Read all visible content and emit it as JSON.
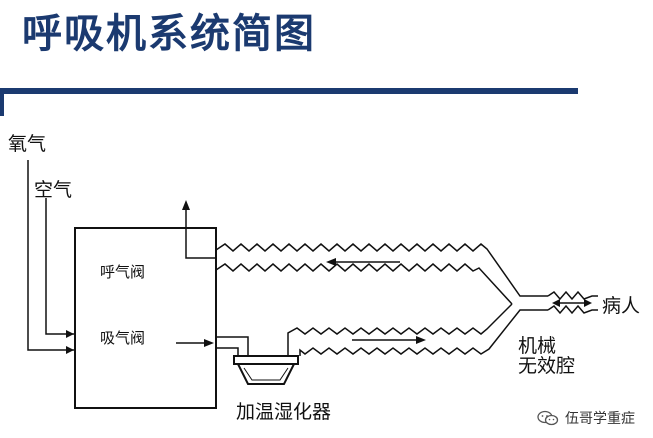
{
  "title": "呼吸机系统简图",
  "labels": {
    "oxygen": "氧气",
    "air": "空气",
    "exhale_valve": "呼气阀",
    "inhale_valve": "吸气阀",
    "humidifier": "加温湿化器",
    "patient": "病人",
    "dead_space_line1": "机械",
    "dead_space_line2": "无效腔"
  },
  "watermark": "伍哥学重症",
  "colors": {
    "title": "#1b3a70",
    "rule": "#1b3a70",
    "lines": "#111111"
  }
}
